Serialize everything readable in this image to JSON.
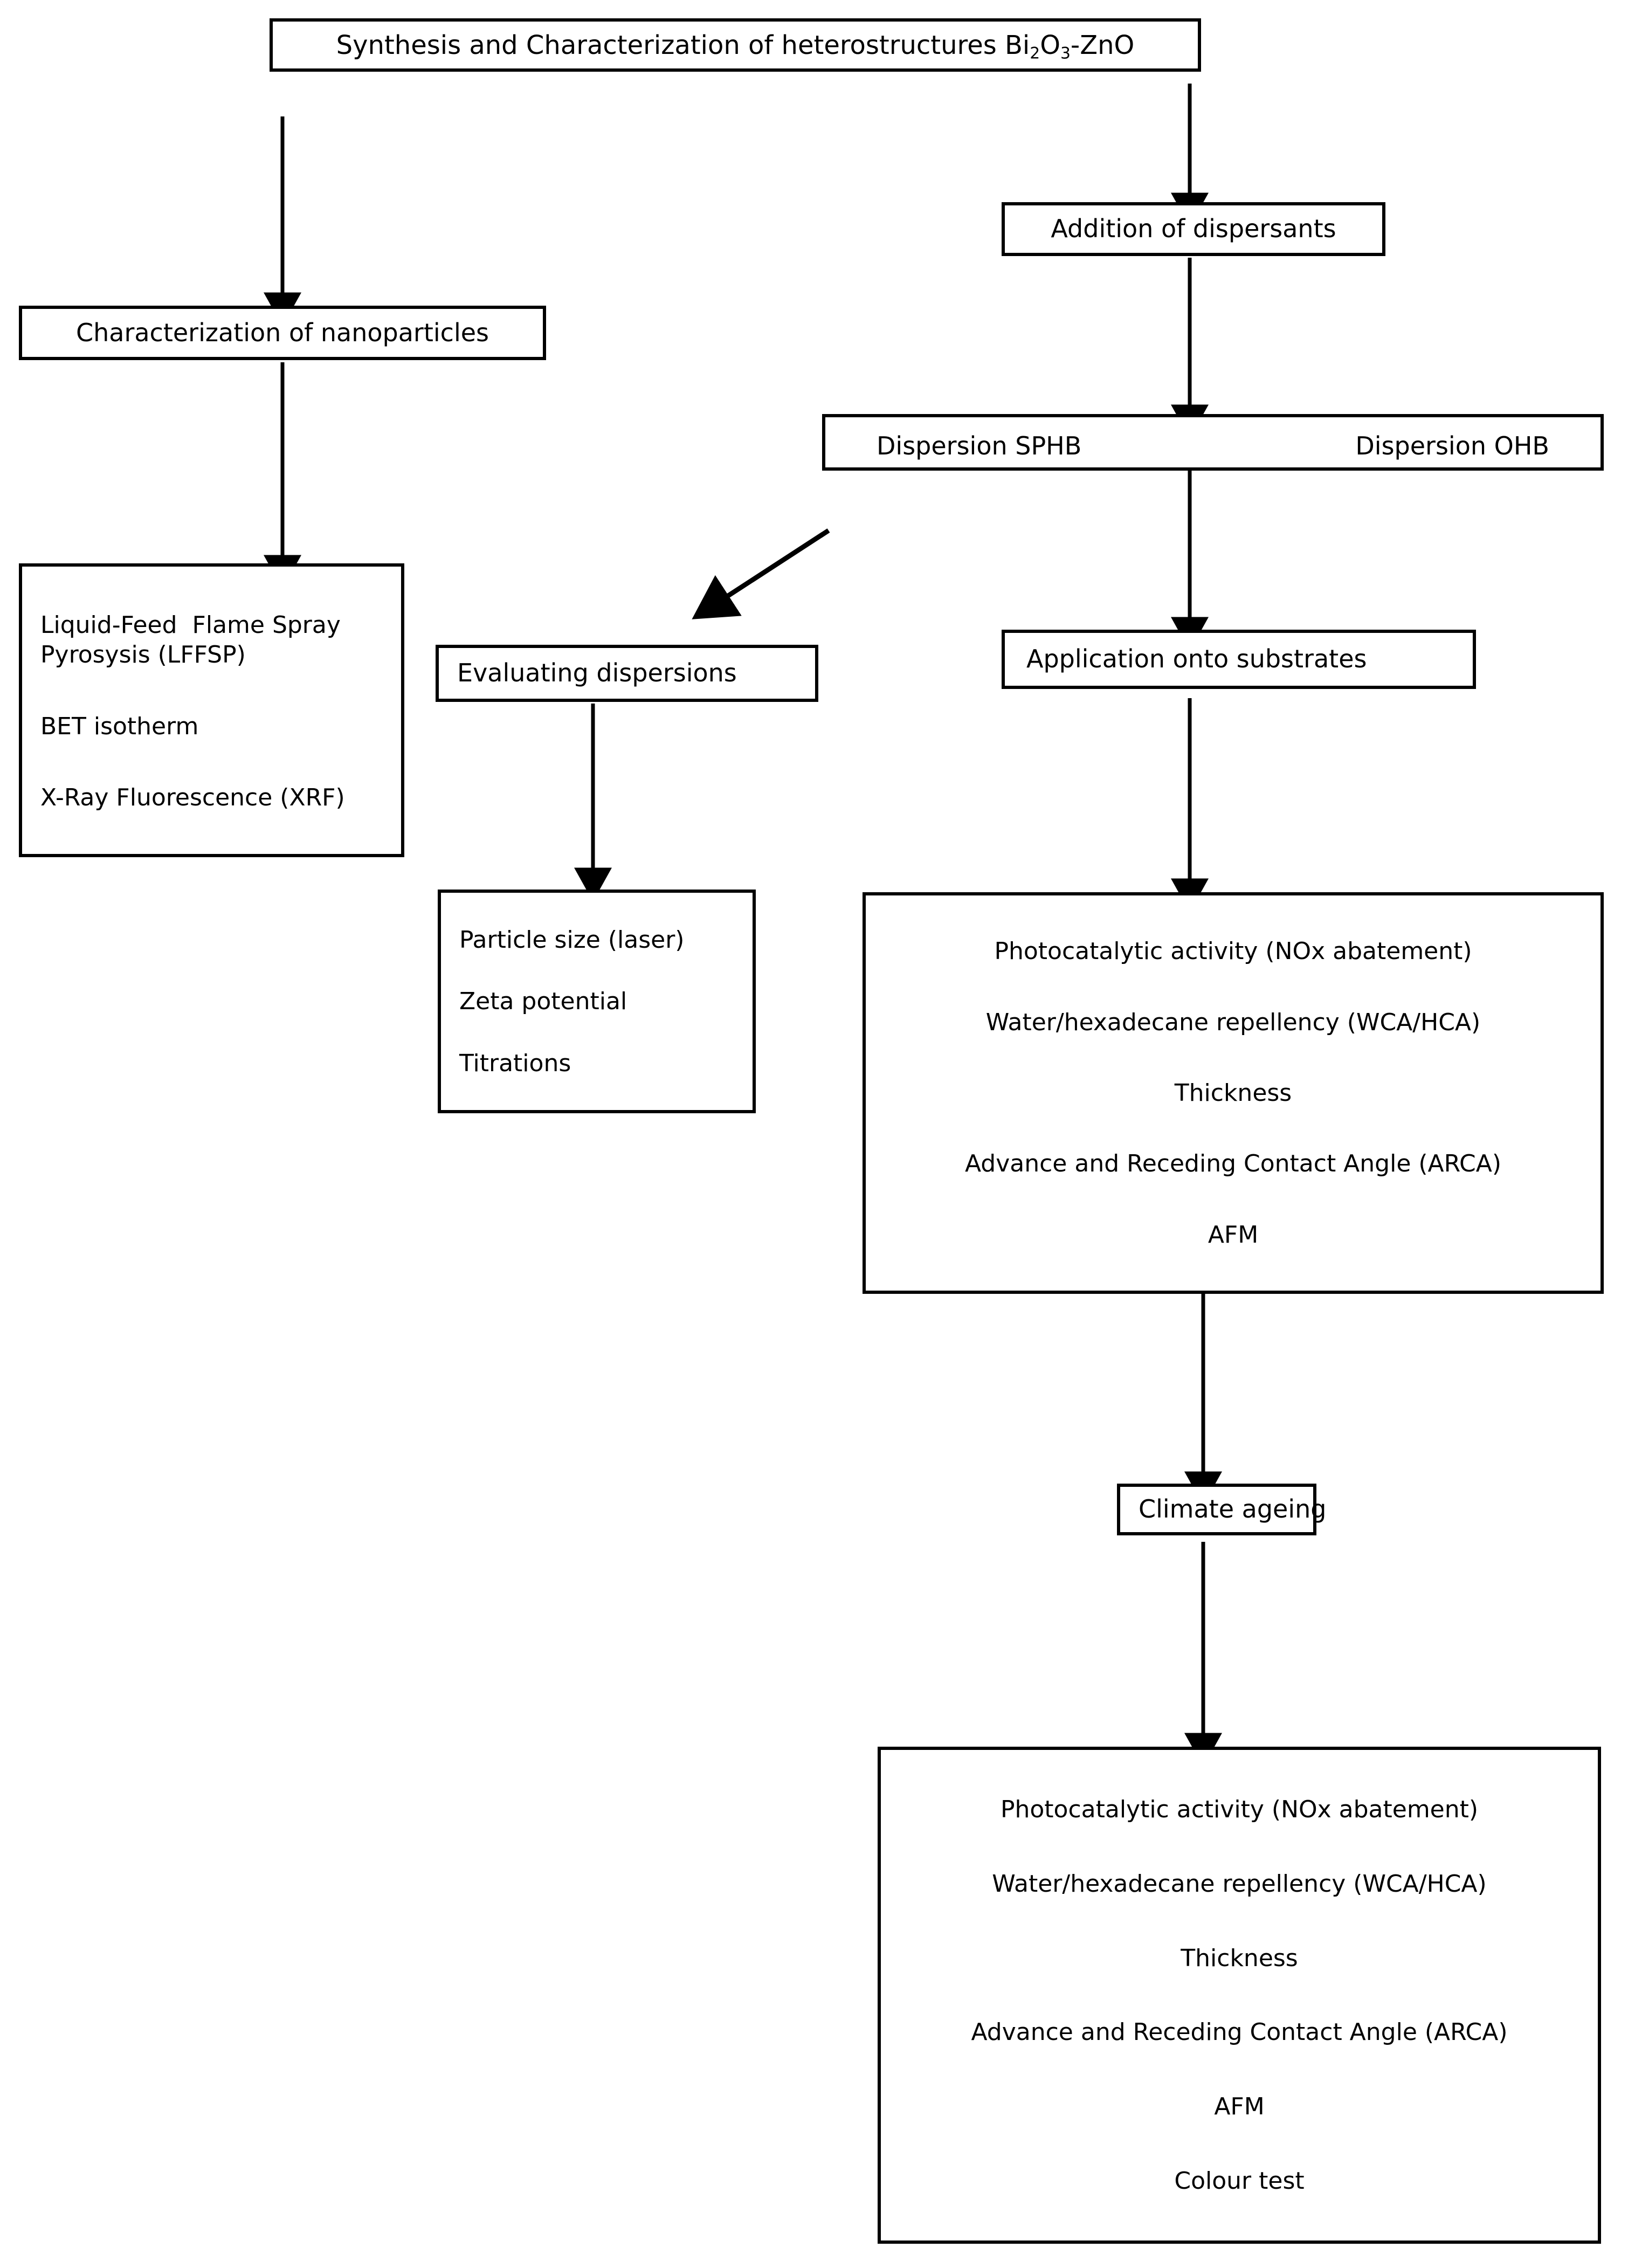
{
  "diagram": {
    "title_node": {
      "prefix": "Synthesis and Characterization of heterostructures Bi",
      "sub1": "2",
      "mid": "O",
      "sub2": "3",
      "suffix": "-ZnO",
      "full_text": "Synthesis and Characterization of heterostructures Bi2O3-ZnO"
    },
    "nodes": {
      "addition_of_dispersants": "Addition of dispersants",
      "characterization_of_nanoparticles": "Characterization of nanoparticles",
      "dispersion_sphb": "Dispersion SPHB",
      "dispersion_ohb": "Dispersion OHB",
      "evaluating_dispersions": "Evaluating dispersions",
      "application_onto_substrates": "Application onto substrates",
      "climate_ageing": "Climate ageing"
    },
    "nanoparticle_methods": [
      "Liquid-Feed  Flame Spray",
      "Pyrosysis (LFFSP)",
      "BET isotherm",
      "X-Ray Fluorescence (XRF)"
    ],
    "dispersion_tests": [
      "Particle size (laser)",
      "Zeta potential",
      "Titrations"
    ],
    "coating_tests": [
      "Photocatalytic activity (NOx abatement)",
      "Water/hexadecane repellency (WCA/HCA)",
      "Thickness",
      "Advance and Receding Contact Angle (ARCA)",
      "AFM"
    ],
    "coating_tests_after_ageing": [
      "Photocatalytic activity (NOx abatement)",
      "Water/hexadecane repellency (WCA/HCA)",
      "Thickness",
      "Advance and Receding Contact Angle (ARCA)",
      "AFM",
      "Colour test"
    ],
    "colors": {
      "stroke": "#000000",
      "background": "#ffffff",
      "text": "#000000"
    }
  }
}
